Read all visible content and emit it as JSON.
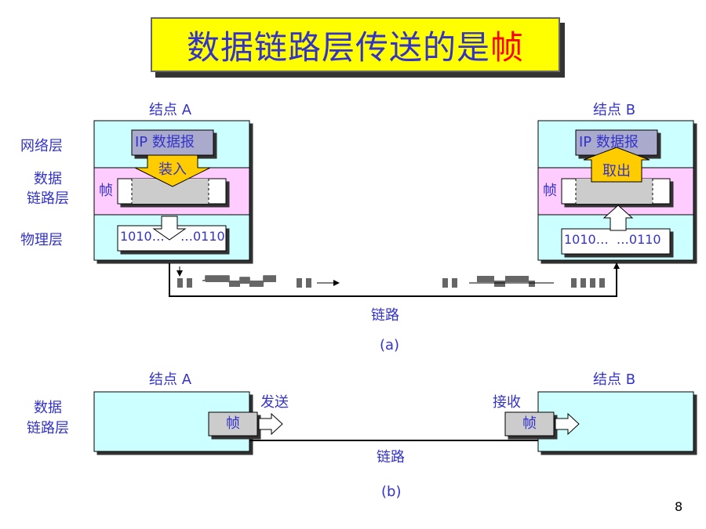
{
  "title": {
    "main": "数据链路层传送的是",
    "highlight": "帧"
  },
  "diagram_a": {
    "node_a": "结点 A",
    "node_b": "结点 B",
    "layers": {
      "network": "网络层",
      "datalink_1": "数据",
      "datalink_2": "链路层",
      "physical": "物理层"
    },
    "ip_datagram": "IP 数据报",
    "encapsulate": "装入",
    "extract": "取出",
    "frame": "帧",
    "bits_left_a": "1010…",
    "bits_right_a": "…0110",
    "bits_b": "1010…  …0110",
    "link": "链路",
    "caption": "(a)"
  },
  "diagram_b": {
    "node_a": "结点 A",
    "node_b": "结点 B",
    "layer_1": "数据",
    "layer_2": "链路层",
    "send": "发送",
    "receive": "接收",
    "frame": "帧",
    "link": "链路",
    "caption": "(b)"
  },
  "page_number": "8",
  "colors": {
    "title_bg": "#ffff00",
    "title_text": "#3333cc",
    "title_highlight": "#ff0000",
    "node_fill": "#ccffff",
    "datalink_fill": "#ffccff",
    "arrow_fill": "#ffcc00",
    "frame_fill": "#cccccc",
    "label": "#3333cc"
  }
}
